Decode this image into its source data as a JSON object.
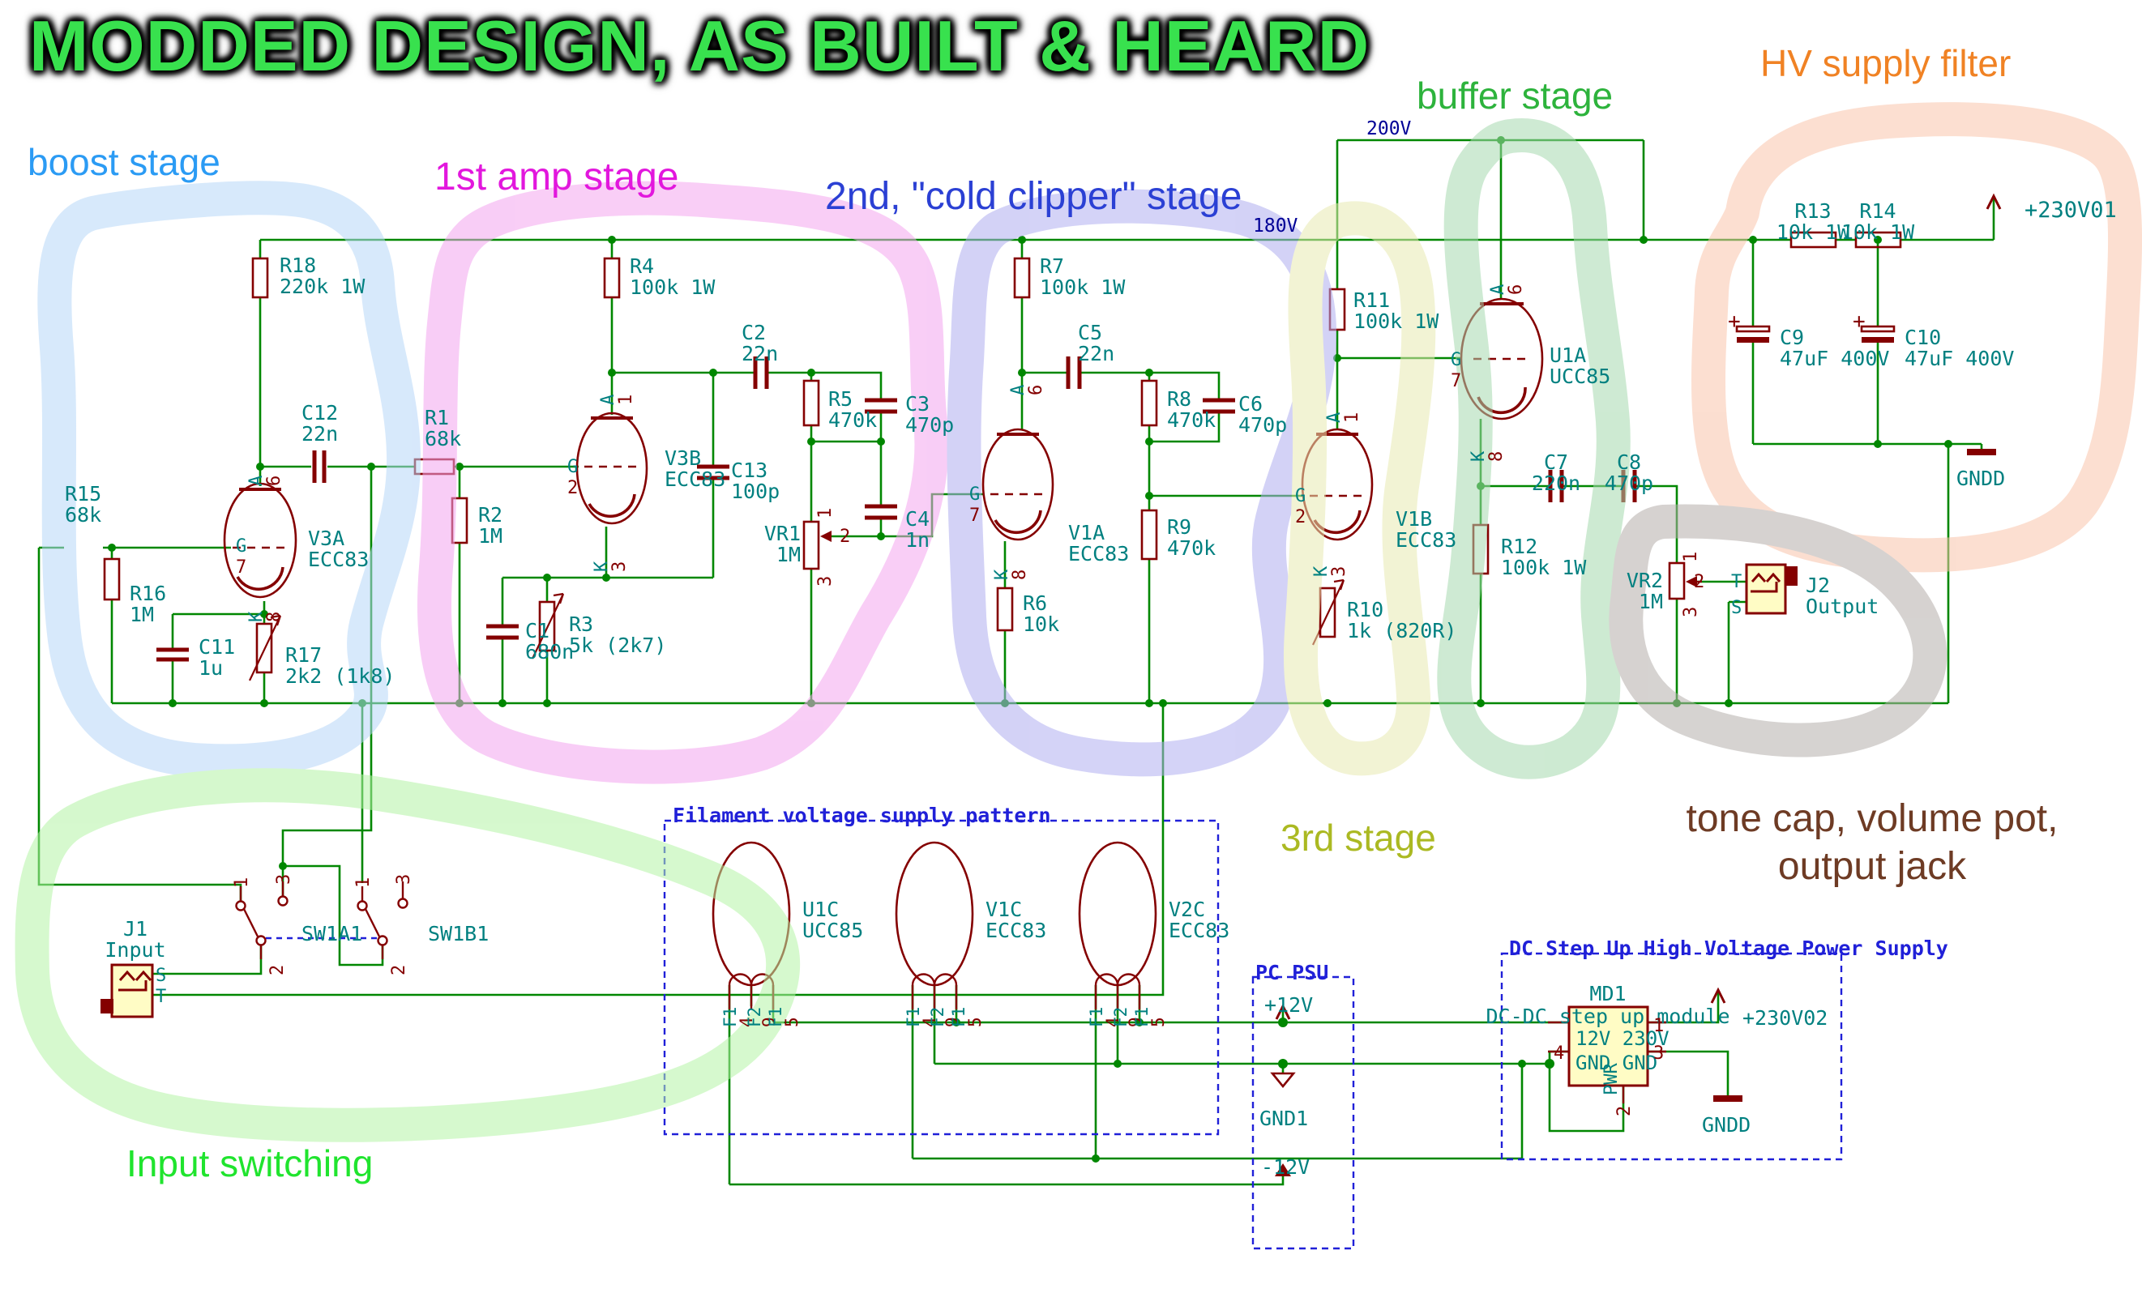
{
  "title": "MODDED DESIGN, AS BUILT & HEARD",
  "stage_labels": {
    "boost": {
      "text": "boost stage",
      "color": "#2b9bf4"
    },
    "amp1": {
      "text": "1st amp stage",
      "color": "#e217dd"
    },
    "clipper": {
      "text": "2nd, \"cold clipper\" stage",
      "color": "#2b40d4"
    },
    "buffer": {
      "text": "buffer stage",
      "color": "#2db33c"
    },
    "hv": {
      "text": "HV supply filter",
      "color": "#f08224"
    },
    "third": {
      "text": "3rd stage",
      "color": "#abb922"
    },
    "tone": {
      "text": "tone cap, volume pot,\noutput jack",
      "color": "#6e3b24"
    },
    "input": {
      "text": "Input switching",
      "color": "#20e42e"
    }
  },
  "components": {
    "r18": {
      "ref": "R18",
      "value": "220k 1W"
    },
    "c12": {
      "ref": "C12",
      "value": "22n"
    },
    "r15": {
      "ref": "R15",
      "value": "68k"
    },
    "r16": {
      "ref": "R16",
      "value": "1M"
    },
    "c11": {
      "ref": "C11",
      "value": "1u"
    },
    "r17": {
      "ref": "R17",
      "value": "2k2 (1k8)"
    },
    "r1": {
      "ref": "R1",
      "value": "68k"
    },
    "r2": {
      "ref": "R2",
      "value": "1M"
    },
    "r4": {
      "ref": "R4",
      "value": "100k 1W"
    },
    "c2": {
      "ref": "C2",
      "value": "22n"
    },
    "c13": {
      "ref": "C13",
      "value": "100p"
    },
    "c1": {
      "ref": "C1",
      "value": "680n"
    },
    "r3": {
      "ref": "R3",
      "value": "5k (2k7)"
    },
    "r5": {
      "ref": "R5",
      "value": "470k"
    },
    "c3": {
      "ref": "C3",
      "value": "470p"
    },
    "c4": {
      "ref": "C4",
      "value": "1n"
    },
    "vr1": {
      "ref": "VR1",
      "value": "1M"
    },
    "r7": {
      "ref": "R7",
      "value": "100k 1W"
    },
    "c5": {
      "ref": "C5",
      "value": "22n"
    },
    "r8": {
      "ref": "R8",
      "value": "470k"
    },
    "c6": {
      "ref": "C6",
      "value": "470p"
    },
    "r9": {
      "ref": "R9",
      "value": "470k"
    },
    "r6": {
      "ref": "R6",
      "value": "10k"
    },
    "r11": {
      "ref": "R11",
      "value": "100k 1W"
    },
    "r10": {
      "ref": "R10",
      "value": "1k (820R)"
    },
    "c7": {
      "ref": "C7",
      "value": "220n"
    },
    "c8": {
      "ref": "C8",
      "value": "470p"
    },
    "r12": {
      "ref": "R12",
      "value": "100k 1W"
    },
    "vr2": {
      "ref": "VR2",
      "value": "1M"
    },
    "r13": {
      "ref": "R13",
      "value": "10k 1W"
    },
    "r14": {
      "ref": "R14",
      "value": "10k 1W"
    },
    "c9": {
      "ref": "C9",
      "value": "47uF 400V"
    },
    "c10": {
      "ref": "C10",
      "value": "47uF 400V"
    }
  },
  "tubes": {
    "v3a": {
      "ref": "V3A",
      "type": "ECC83",
      "pins": {
        "a": [
          "A",
          "6"
        ],
        "g": [
          "G",
          "7"
        ],
        "k": [
          "K",
          "8"
        ]
      }
    },
    "v3b": {
      "ref": "V3B",
      "type": "ECC83",
      "pins": {
        "a": [
          "A",
          "1"
        ],
        "g": [
          "G",
          "2"
        ],
        "k": [
          "K",
          "3"
        ]
      }
    },
    "v1a": {
      "ref": "V1A",
      "type": "ECC83",
      "pins": {
        "a": [
          "A",
          "6"
        ],
        "g": [
          "G",
          "7"
        ],
        "k": [
          "K",
          "8"
        ]
      }
    },
    "v1b": {
      "ref": "V1B",
      "type": "ECC83",
      "pins": {
        "a": [
          "A",
          "1"
        ],
        "g": [
          "G",
          "2"
        ],
        "k": [
          "K",
          "3"
        ]
      }
    },
    "u1a": {
      "ref": "U1A",
      "type": "UCC85",
      "pins": {
        "a": [
          "A",
          "6"
        ],
        "g": [
          "G",
          "7"
        ],
        "k": [
          "K",
          "8"
        ]
      }
    },
    "u1c": {
      "ref": "U1C",
      "type": "UCC85"
    },
    "v1c": {
      "ref": "V1C",
      "type": "ECC83"
    },
    "v2c": {
      "ref": "V2C",
      "type": "ECC83"
    }
  },
  "filament_pins": {
    "names": [
      "F1",
      "F2",
      "F1"
    ],
    "numbers": [
      "4",
      "9",
      "5"
    ]
  },
  "nets": {
    "v200": "200V",
    "v180": "180V",
    "v230_1": "+230V01",
    "gndd": "GNDD",
    "p12": "+12V",
    "gnd1": "GND1",
    "m12": "-12V",
    "v230_2": "+230V02",
    "gndd2": "GNDD"
  },
  "sheets": {
    "filament": "Filament voltage supply pattern",
    "pcpsu": "PC PSU",
    "dcdc": "DC Step Up High Voltage Power Supply"
  },
  "module": {
    "ref": "MD1",
    "value": "DC-DC step up module",
    "line1": "12V 230V",
    "line2": "GND GND",
    "pwr": "PWR",
    "pins": {
      "p1": "1",
      "p2": "2",
      "p3": "3",
      "p4": "4"
    }
  },
  "switches": {
    "sw1a1": {
      "label": "SW1A1",
      "pins": [
        "1",
        "2",
        "3"
      ]
    },
    "sw1b1": {
      "label": "SW1B1",
      "pins": [
        "1",
        "2",
        "3"
      ]
    }
  },
  "jacks": {
    "j1": {
      "ref": "J1",
      "value": "Input",
      "pins": [
        "S",
        "T"
      ]
    },
    "j2": {
      "ref": "J2",
      "value": "Output",
      "pins": [
        "T",
        "S"
      ]
    }
  },
  "vr_pins": [
    "1",
    "2",
    "3"
  ],
  "plus_sign": "+",
  "colors": {
    "wire": "#008700",
    "symbol": "#840000",
    "text_teal": "#008080",
    "net_navy": "#000096",
    "sheet_blue": "#2020d8",
    "body_yellow": "#FFFCC5",
    "title_green": "#38e14e",
    "hl_boost": "#b7d7f8",
    "hl_amp1": "#f4a6ef",
    "hl_clipper": "#b0aff0",
    "hl_third": "#e8eab2",
    "hl_buffer": "#a6d9ae",
    "hl_hv": "#f9c4ab",
    "hl_gray": "#b5aeab",
    "hl_input": "#b4f4a6"
  }
}
